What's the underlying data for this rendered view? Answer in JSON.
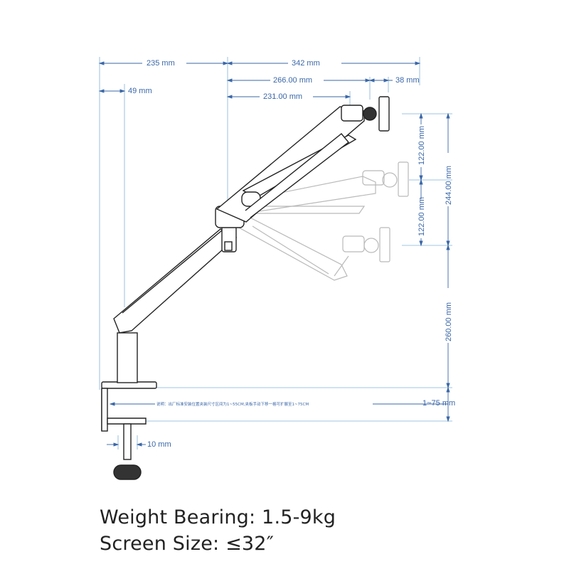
{
  "colors": {
    "dimension": "#3a67a8",
    "extension": "#7fb0d6",
    "arm_outline": "#222222",
    "ghost_arm": "#b9b9b9",
    "text": "#222222"
  },
  "dimensions": {
    "d235": "235 mm",
    "d342": "342 mm",
    "d266": "266.00 mm",
    "d38": "38 mm",
    "d49": "49 mm",
    "d231": "231.00 mm",
    "d122_top": "122.00 mm",
    "d122_bottom": "122.00 mm",
    "d244": "244.00 mm",
    "d260": "260.00 mm",
    "d175": "1~75 mm",
    "d10": "10 mm"
  },
  "note": "说明：出厂标准安装位置夹装尺寸区间为1~55CM,夹板手动下移一格可扩展至1~75CM",
  "specs": {
    "weight": "Weight Bearing: 1.5-9kg",
    "screen": "Screen Size: ≤32″"
  }
}
